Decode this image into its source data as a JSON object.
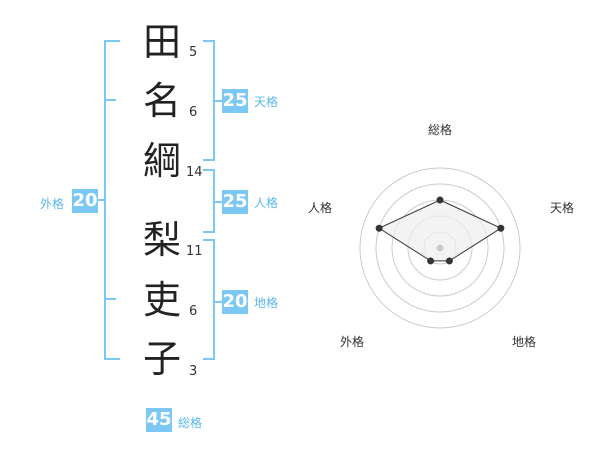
{
  "name": {
    "chars": [
      {
        "char": "田",
        "strokes": "5"
      },
      {
        "char": "名",
        "strokes": "6"
      },
      {
        "char": "綱",
        "strokes": "14"
      },
      {
        "char": "梨",
        "strokes": "11"
      },
      {
        "char": "吏",
        "strokes": "6"
      },
      {
        "char": "子",
        "strokes": "3"
      }
    ]
  },
  "fortunes": {
    "tenkaku": {
      "value": "25",
      "label": "天格"
    },
    "jinkaku": {
      "value": "25",
      "label": "人格"
    },
    "chikaku": {
      "value": "20",
      "label": "地格"
    },
    "gaikaku": {
      "value": "20",
      "label": "外格"
    },
    "soukaku": {
      "value": "45",
      "label": "総格"
    }
  },
  "chart_data": {
    "type": "radar",
    "axes": [
      "総格",
      "天格",
      "地格",
      "外格",
      "人格"
    ],
    "values": [
      3,
      4,
      1,
      1,
      4
    ],
    "range": [
      0,
      5
    ],
    "rings": 5,
    "colors": {
      "line": "#333333",
      "fill": "#eeeeee",
      "ring": "#cccccc",
      "center": "#cccccc"
    }
  },
  "colors": {
    "accent": "#7cc8f4",
    "bracket": "#7cc8f4"
  }
}
